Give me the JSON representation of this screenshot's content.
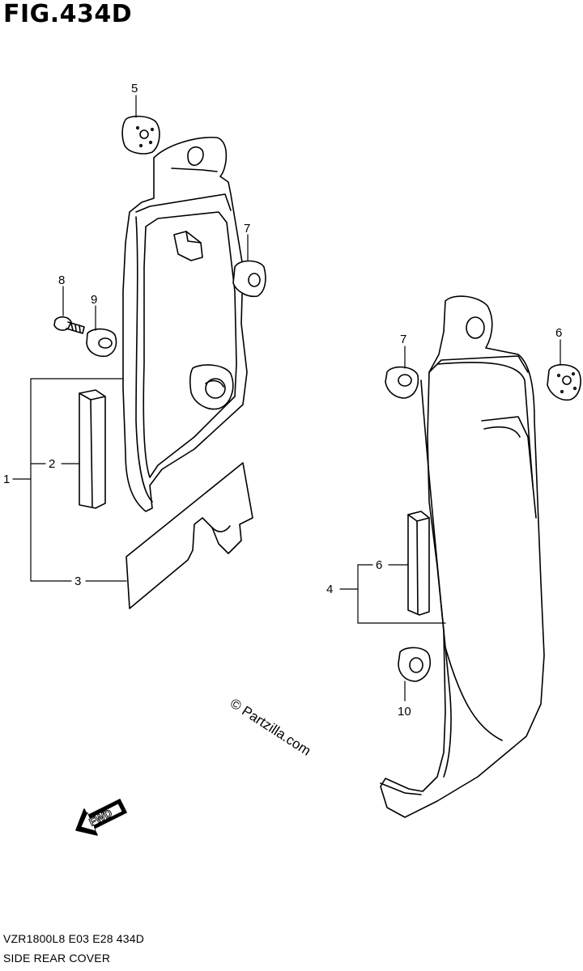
{
  "figure": {
    "title": "FIG.434D",
    "model_code": "VZR1800L8  E03  E28  434D",
    "diagram_name": "SIDE REAR COVER",
    "watermark": "© Partzilla.com",
    "direction_label": "FWD"
  },
  "callouts": [
    "1",
    "2",
    "3",
    "4",
    "5",
    "6",
    "6",
    "7",
    "7",
    "8",
    "9",
    "10"
  ]
}
